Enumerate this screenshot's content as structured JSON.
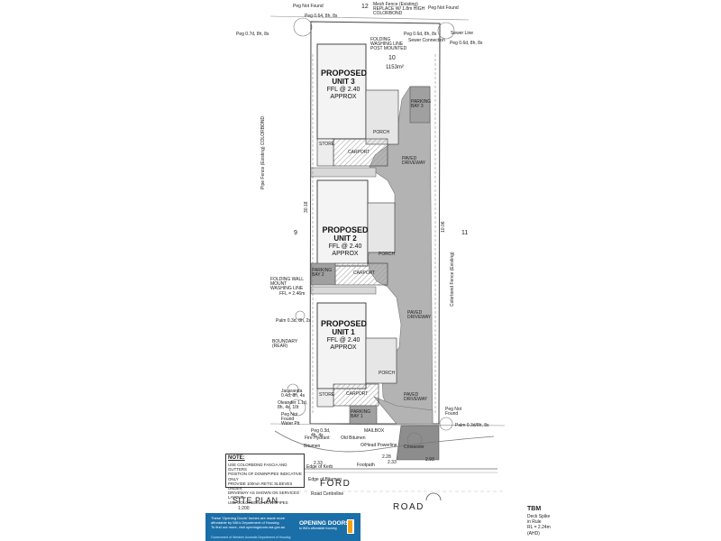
{
  "units": [
    {
      "name": "PROPOSED",
      "unit": "UNIT 3",
      "ffl": "FFL @ 2.40",
      "approx": "APPROX"
    },
    {
      "name": "PROPOSED",
      "unit": "UNIT 2",
      "ffl": "FFL @ 2.40",
      "approx": "APPROX"
    },
    {
      "name": "PROPOSED",
      "unit": "UNIT 1",
      "ffl": "FFL @ 2.40",
      "approx": "APPROX"
    }
  ],
  "lots": {
    "left": "9",
    "right": "11",
    "top": "12",
    "this": "10",
    "area": "1153m²"
  },
  "top_labels": {
    "peg_nf_left": "Peg Not Found",
    "peg_nf_mid": "Peg Not Found",
    "mesh_fence": "Mesh Fence (Existing) REPLACE W/ 1.8m HIGH COLORBOND",
    "peg_tl": "Peg 0.64, 8h, 8s",
    "peg_tl2": "Peg 0.7d, 8h, 8s",
    "peg_tr": "Peg 0.6d, 8h, 8s",
    "peg_tr2": "Peg 0.6d, 8h, 8s",
    "sewer": "Sewer Line",
    "sewer_conn": "Sewer Connection",
    "folding": "FOLDING WASHING LINE POST MOUNTED"
  },
  "side_labels": {
    "fence_left": "Pipe Fence (Existing) COLORBOND",
    "fence_right": "Colorbond Fence (Existing)",
    "folding_left": "FOLDING WALL MOUNT WASHING LINE",
    "ffl_left": "FFL = 2.46m",
    "palm": "Palm 0.3d, 8h, 2s",
    "boundary": "BOUNDARY (REAR)",
    "jacaranda": "Jacaranda 0.4d, 8h, 4s",
    "oleander": "Oleander 1.1d, 8h, 4s, 10t",
    "peg_nf_bottom": "Peg Not Found",
    "peg_nf_bottom_r": "Peg Not Found",
    "palm_bottom_r": "Palm 0.3d/8h, 8s",
    "peg_bottom": "Peg 0.3d, 4h, 4s"
  },
  "areas": {
    "parking_bay_3": "PARKING BAY 3",
    "parking_bay_2": "PARKING BAY 2",
    "parking_bay_1": "PARKING BAY 1",
    "carport": "CARPORT",
    "paved_driveway": "PAVED DRIVEWAY",
    "porch": "PORCH",
    "store": "STORE",
    "bitumen_left": "Bitumen",
    "bitumen_mid": "Old Bitumen",
    "kerb": "Edge of Kerb",
    "footpath": "Footpath",
    "crossover": "Crossover",
    "overhead": "O/Head Powerline",
    "fire_hydrant": "Fire Hydrant",
    "water": "Water Pit",
    "mailbox": "MAILBOX",
    "edge_bitumen": "Edge of Bitumen",
    "road_centreline": "Road Centreline"
  },
  "dims": {
    "d1": "30.18",
    "d2": "2.33",
    "d3": "2.33",
    "d4": "2.28",
    "d5": "2.93",
    "d6": "10.06"
  },
  "notes": {
    "heading": "NOTE:",
    "lines": [
      "USE COLORBOND FASCIA AND GUTTERS",
      "POSITION OF DOWNPIPES INDICATIVE ONLY",
      "PROVIDE 100mm RETIC SLEEVES UNDER",
      "DRIVEWAY AS SHOWN ON SERVICES LAYOUT",
      "USE COLORBOND DOWNPIPES"
    ]
  },
  "title": {
    "site_plan": "SITE PLAN",
    "scale": "1:200"
  },
  "road": {
    "ford": "FORD",
    "road": "ROAD"
  },
  "tbm": {
    "label": "TBM",
    "line1": "Deck Spike",
    "line2": "in Rule",
    "line3": "RL = 2.24m",
    "line4": "(AHD)"
  },
  "footer": {
    "line1": "These 'Opening Doors' homes are made more",
    "line2": "affordable by WA's Department of Housing.",
    "line3": "To find out more, visit openingdoors.wa.gov.au",
    "bottom": "Government of Western Australia Department of Housing",
    "brand": "OPENING DOORS",
    "tag": "to WA's affordable housing"
  },
  "colors": {
    "hatch": "#bdbdbd",
    "paving": "#a8a8a8",
    "ink": "#333333",
    "footer_blue": "#1b6fa8",
    "logo_door": "#f2a21a"
  }
}
